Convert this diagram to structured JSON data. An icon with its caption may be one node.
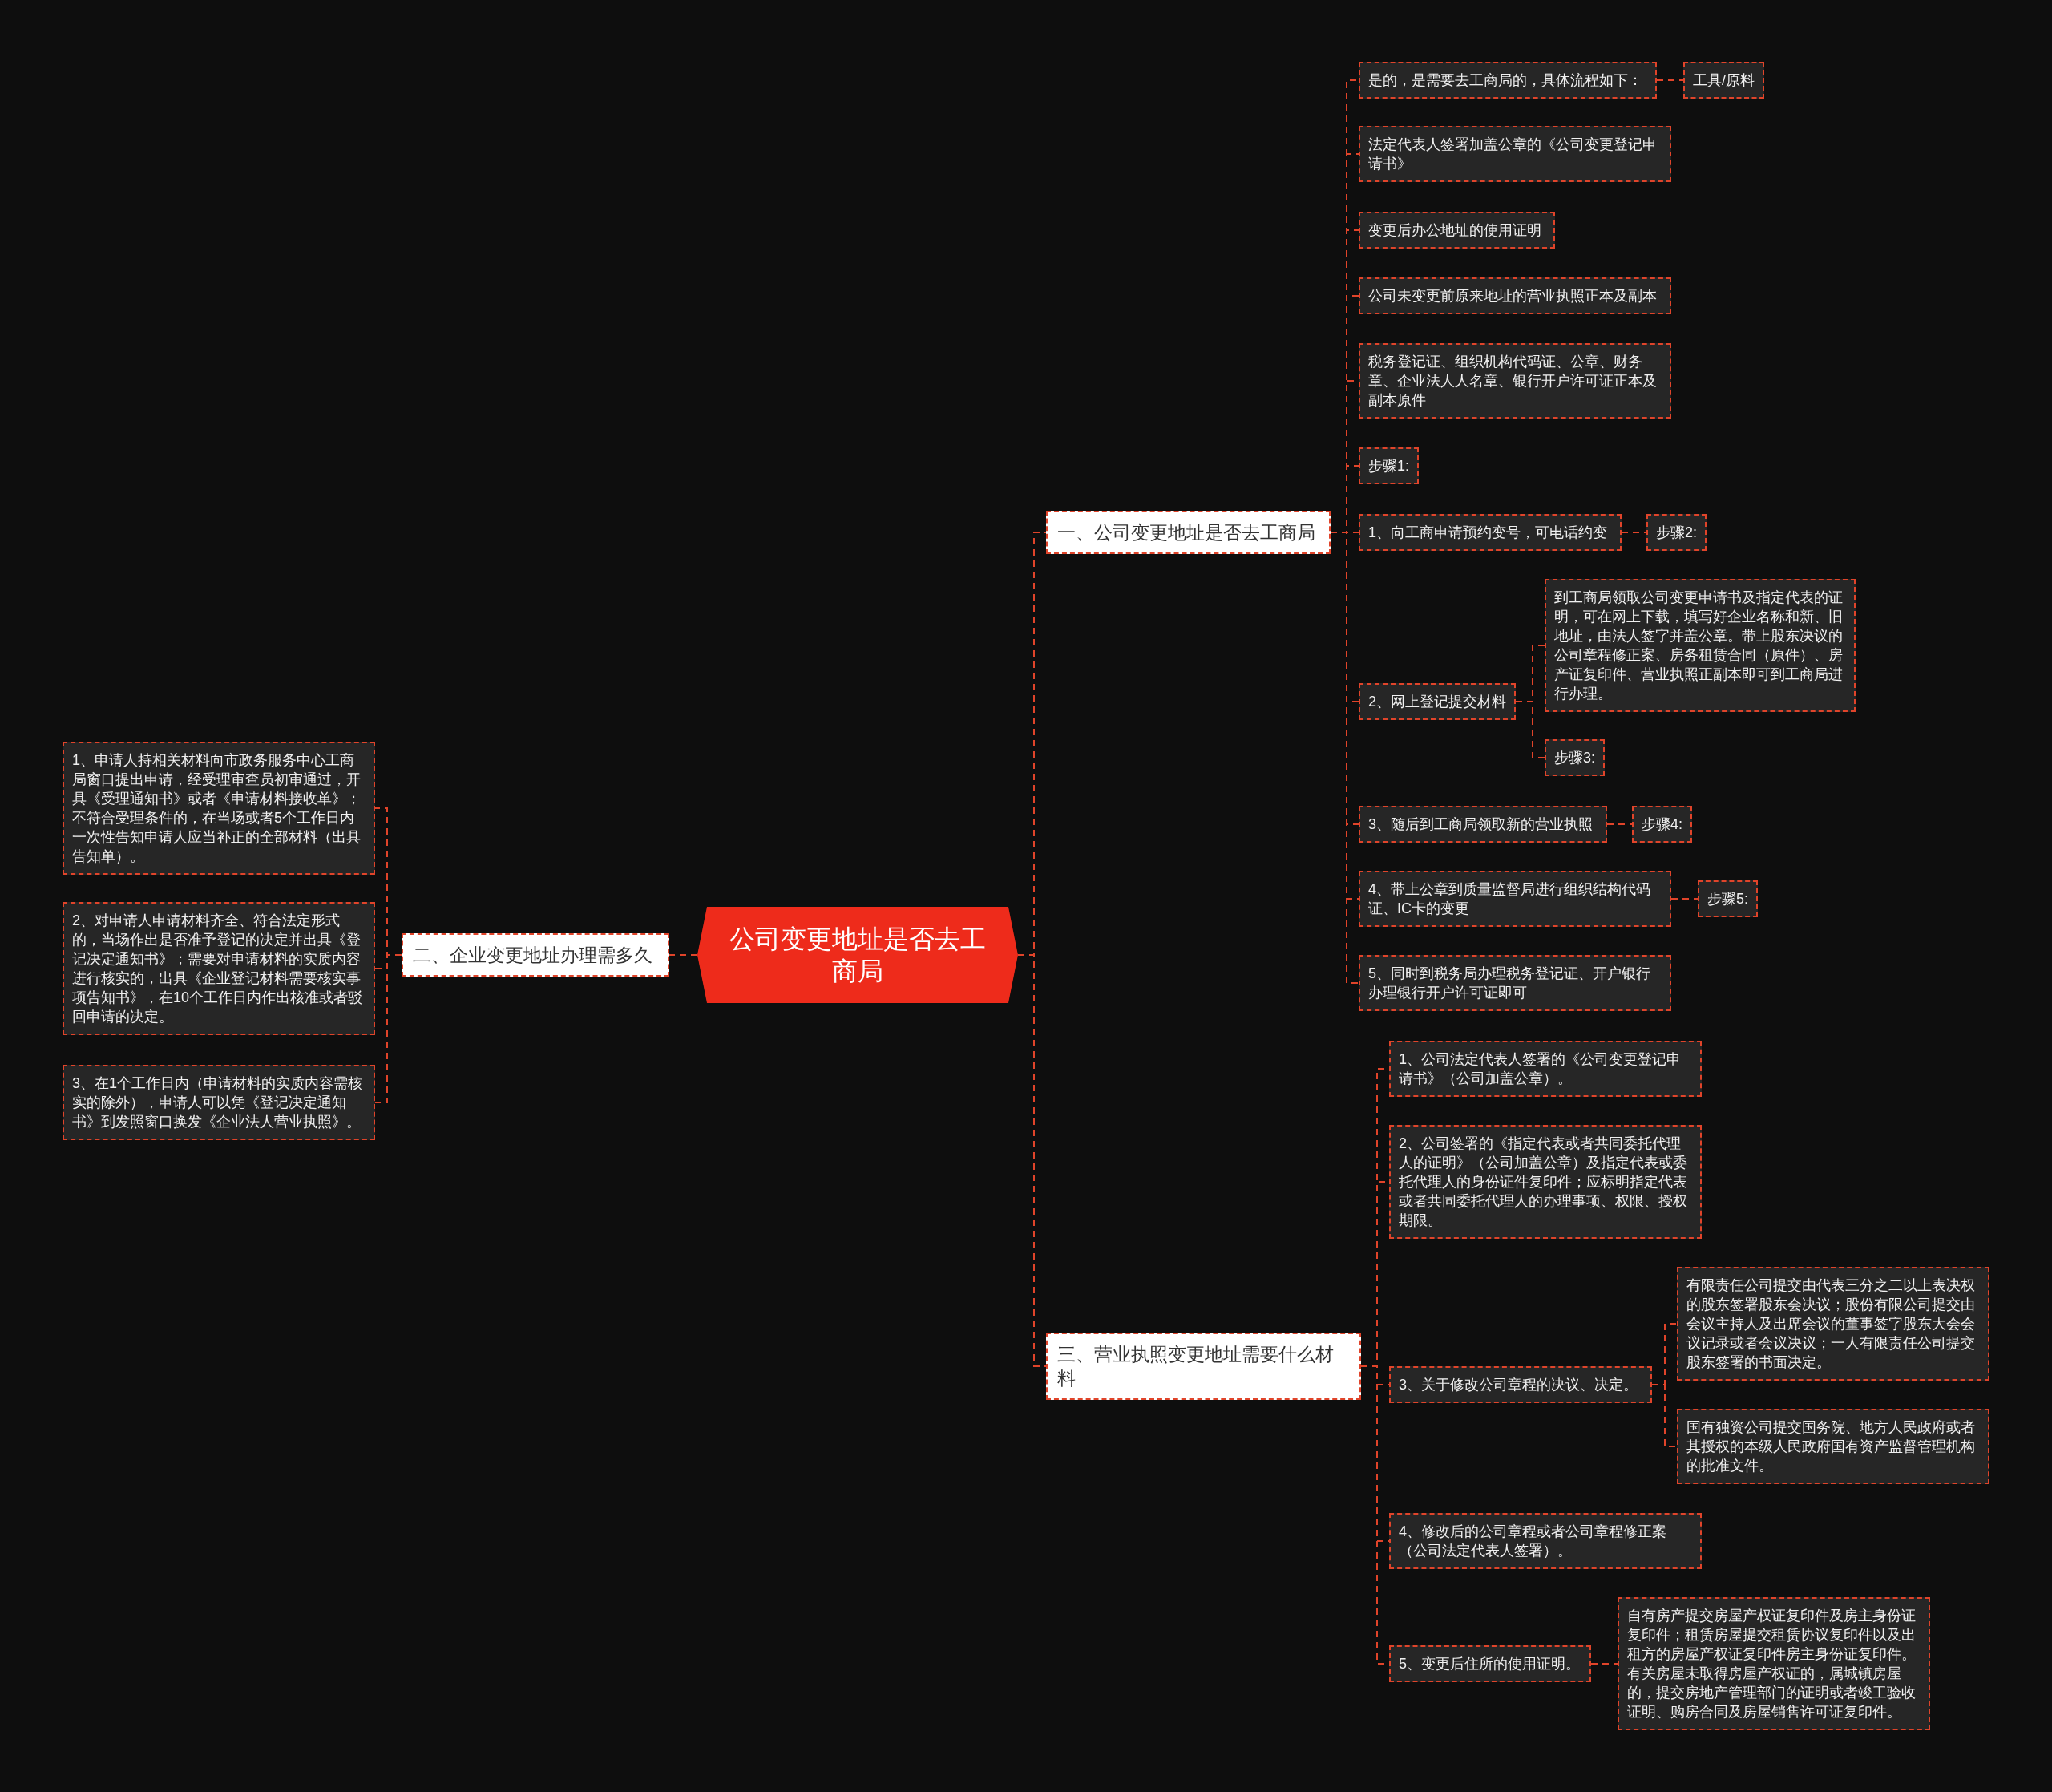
{
  "diagram": {
    "nodes": [
      {
        "text": [
          "公司变更地址是否去工商局"
        ]
      },
      {
        "text": [
          "一、公司变更地址是否去工商局"
        ]
      },
      {
        "text": [
          "是的，是需要去工商局的，具体流程如下："
        ]
      },
      {
        "text": [
          "工具/原料"
        ]
      },
      {
        "text": [
          "法定代表人签署加盖公章的《公司变更登记申请书》"
        ]
      },
      {
        "text": [
          "变更后办公地址的使用证明"
        ]
      },
      {
        "text": [
          "公司未变更前原来地址的营业执照正本及副本"
        ]
      },
      {
        "text": [
          "税务登记证、组织机构代码证、公章、财务章、企业法人人名章、银行开户许可证正本及副本原件"
        ]
      },
      {
        "text": [
          "步骤1:"
        ]
      },
      {
        "text": [
          "1、向工商申请预约变号，可电话约变"
        ]
      },
      {
        "text": [
          "步骤2:"
        ]
      },
      {
        "text": [
          "2、网上登记提交材料"
        ]
      },
      {
        "text": [
          "到工商局领取公司变更申请书及指定代表的证明，可在网上下载，填写好企业名称和新、旧地址，由法人签字并盖公章。带上股东决议的公司章程修正案、房务租赁合同（原件）、房产证复印件、营业执照正副本即可到工商局进行办理。"
        ]
      },
      {
        "text": [
          "步骤3:"
        ]
      },
      {
        "text": [
          "3、随后到工商局领取新的营业执照"
        ]
      },
      {
        "text": [
          "步骤4:"
        ]
      },
      {
        "text": [
          "4、带上公章到质量监督局进行组织结构代码证、IC卡的变更"
        ]
      },
      {
        "text": [
          "步骤5:"
        ]
      },
      {
        "text": [
          "5、同时到税务局办理税务登记证、开户银行办理银行开户许可证即可"
        ]
      },
      {
        "text": [
          "二、企业变更地址办理需多久"
        ]
      },
      {
        "text": [
          "1、申请人持相关材料向市政务服务中心工商局窗口提出申请，经受理审查员初审通过，开具《受理通知书》或者《申请材料接收单》；不符合受理条件的，在当场或者5个工作日内一次性告知申请人应当补正的全部材料（出具告知单）。"
        ]
      },
      {
        "text": [
          "2、对申请人申请材料齐全、符合法定形式的，当场作出是否准予登记的决定并出具《登记决定通知书》；需要对申请材料的实质内容进行核实的，出具《企业登记材料需要核实事项告知书》，在10个工作日内作出核准或者驳回申请的决定。"
        ]
      },
      {
        "text": [
          "3、在1个工作日内（申请材料的实质内容需核实的除外），申请人可以凭《登记决定通知书》到发照窗口换发《企业法人营业执照》。"
        ]
      },
      {
        "text": [
          "三、营业执照变更地址需要什么材料"
        ]
      },
      {
        "text": [
          "1、公司法定代表人签署的《公司变更登记申请书》（公司加盖公章）。"
        ]
      },
      {
        "text": [
          "2、公司签署的《指定代表或者共同委托代理人的证明》（公司加盖公章）及指定代表或委托代理人的身份证件复印件；应标明指定代表或者共同委托代理人的办理事项、权限、授权期限。"
        ]
      },
      {
        "text": [
          "3、关于修改公司章程的决议、决定。"
        ]
      },
      {
        "text": [
          "有限责任公司提交由代表三分之二以上表决权的股东签署股东会决议；股份有限公司提交由会议主持人及出席会议的董事签字股东大会会议记录或者会议决议；一人有限责任公司提交股东签署的书面决定。"
        ]
      },
      {
        "text": [
          "国有独资公司提交国务院、地方人民政府或者其授权的本级人民政府国有资产监督管理机构的批准文件。"
        ]
      },
      {
        "text": [
          "4、修改后的公司章程或者公司章程修正案（公司法定代表人签署）。"
        ]
      },
      {
        "text": [
          "5、变更后住所的使用证明。"
        ]
      },
      {
        "text": [
          "自有房产提交房屋产权证复印件及房主身份证复印件；租赁房屋提交租赁协议复印件以及出租方的房屋产权证复印件房主身份证复印件。有关房屋未取得房屋产权证的，属城镇房屋的，提交房地产管理部门的证明或者竣工验收证明、购房合同及房屋销售许可证复印件。"
        ]
      }
    ],
    "edges": [
      {
        "from": 0,
        "to": 1,
        "arrow": "none",
        "style": "dashed"
      },
      {
        "from": 0,
        "to": 23,
        "arrow": "none",
        "style": "dashed"
      },
      {
        "from": 0,
        "to": 19,
        "arrow": "none",
        "style": "dashed"
      },
      {
        "from": 1,
        "to": 2,
        "arrow": "none",
        "style": "dashed"
      },
      {
        "from": 2,
        "to": 3,
        "arrow": "none",
        "style": "dashed"
      },
      {
        "from": 1,
        "to": 4,
        "arrow": "none",
        "style": "dashed"
      },
      {
        "from": 1,
        "to": 5,
        "arrow": "none",
        "style": "dashed"
      },
      {
        "from": 1,
        "to": 6,
        "arrow": "none",
        "style": "dashed"
      },
      {
        "from": 1,
        "to": 7,
        "arrow": "none",
        "style": "dashed"
      },
      {
        "from": 1,
        "to": 8,
        "arrow": "none",
        "style": "dashed"
      },
      {
        "from": 1,
        "to": 9,
        "arrow": "none",
        "style": "dashed"
      },
      {
        "from": 9,
        "to": 10,
        "arrow": "none",
        "style": "dashed"
      },
      {
        "from": 1,
        "to": 11,
        "arrow": "none",
        "style": "dashed"
      },
      {
        "from": 11,
        "to": 12,
        "arrow": "none",
        "style": "dashed"
      },
      {
        "from": 11,
        "to": 13,
        "arrow": "none",
        "style": "dashed"
      },
      {
        "from": 1,
        "to": 14,
        "arrow": "none",
        "style": "dashed"
      },
      {
        "from": 14,
        "to": 15,
        "arrow": "none",
        "style": "dashed"
      },
      {
        "from": 1,
        "to": 16,
        "arrow": "none",
        "style": "dashed"
      },
      {
        "from": 16,
        "to": 17,
        "arrow": "none",
        "style": "dashed"
      },
      {
        "from": 1,
        "to": 18,
        "arrow": "none",
        "style": "dashed"
      },
      {
        "from": 19,
        "to": 20,
        "arrow": "none",
        "style": "dashed"
      },
      {
        "from": 19,
        "to": 21,
        "arrow": "none",
        "style": "dashed"
      },
      {
        "from": 19,
        "to": 22,
        "arrow": "none",
        "style": "dashed"
      },
      {
        "from": 23,
        "to": 24,
        "arrow": "none",
        "style": "dashed"
      },
      {
        "from": 23,
        "to": 25,
        "arrow": "none",
        "style": "dashed"
      },
      {
        "from": 23,
        "to": 26,
        "arrow": "none",
        "style": "dashed"
      },
      {
        "from": 26,
        "to": 27,
        "arrow": "none",
        "style": "dashed"
      },
      {
        "from": 26,
        "to": 28,
        "arrow": "none",
        "style": "dashed"
      },
      {
        "from": 23,
        "to": 29,
        "arrow": "none",
        "style": "dashed"
      },
      {
        "from": 23,
        "to": 30,
        "arrow": "none",
        "style": "dashed"
      },
      {
        "from": 30,
        "to": 31,
        "arrow": "none",
        "style": "dashed"
      }
    ]
  }
}
